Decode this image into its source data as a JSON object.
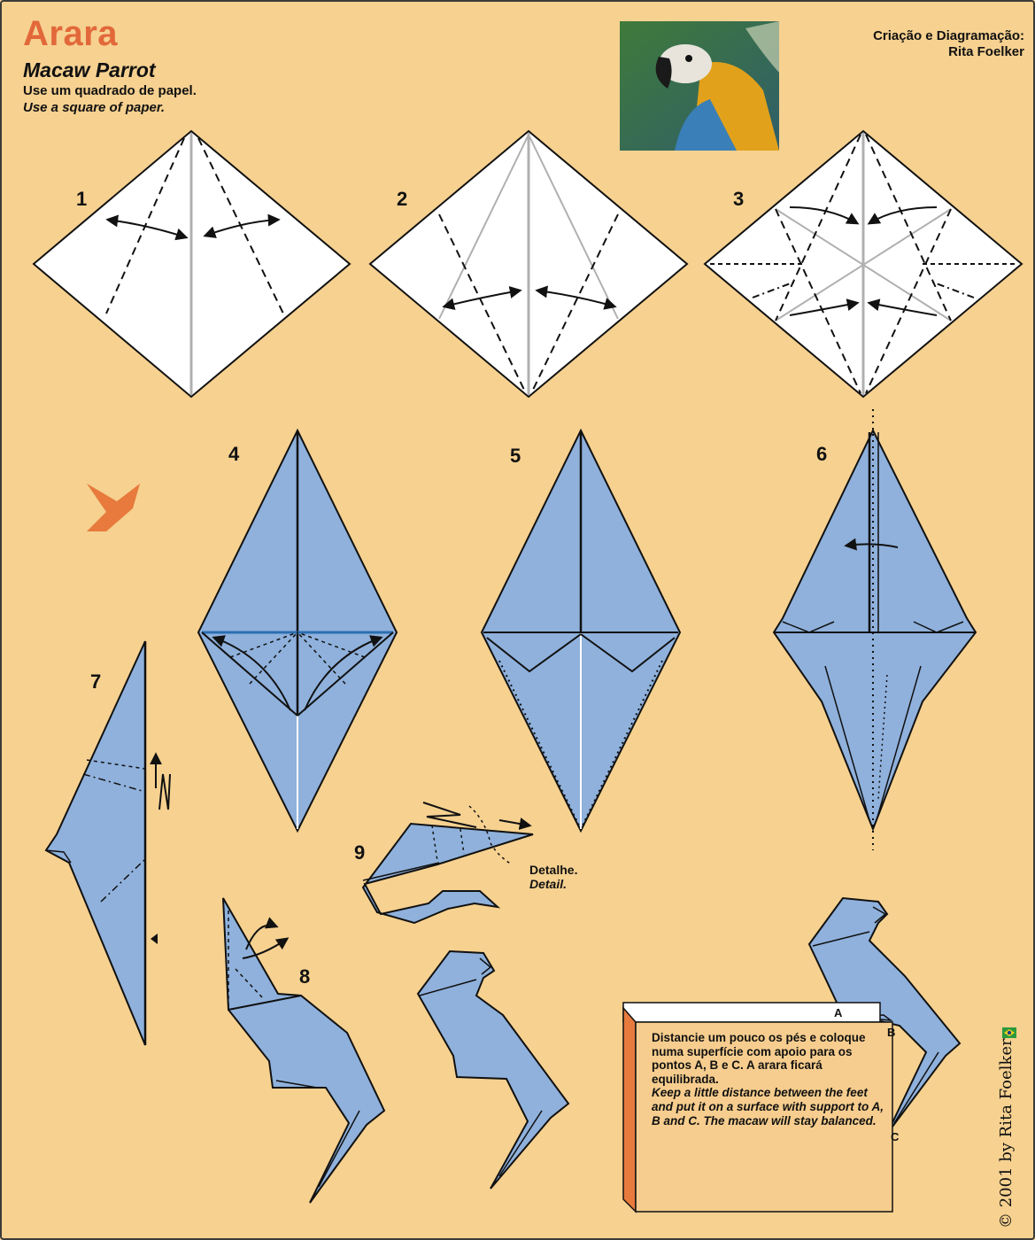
{
  "title": "Arara",
  "subtitle": "Macaw Parrot",
  "instruction_pt": "Use um quadrado de papel.",
  "instruction_en": "Use a square of paper.",
  "credit": {
    "line1": "Criação e Diagramação:",
    "line2": "Rita Foelker"
  },
  "steps": [
    "1",
    "2",
    "3",
    "4",
    "5",
    "6",
    "7",
    "8",
    "9"
  ],
  "detail": {
    "pt": "Detalhe.",
    "en": "Detail."
  },
  "balance_note": {
    "pt": "Distancie um pouco os pés e coloque numa superfície com apoio para os pontos A, B e C. A arara ficará equilibrada.",
    "en": "Keep a little distance between the feet and put it on a surface with support to A, B and C. The macaw will stay balanced."
  },
  "points": [
    "A",
    "B",
    "C"
  ],
  "copyright": "© 2001 by Rita Foelker",
  "colors": {
    "background": "#f6d190",
    "paper_front": "#ffffff",
    "paper_back": "#8fb1dc",
    "title": "#e2683a",
    "arrow": "#e77a3c"
  },
  "icons": [
    "macaw-photo",
    "orange-fold-arrow-icon",
    "brazil-flag-icon"
  ]
}
